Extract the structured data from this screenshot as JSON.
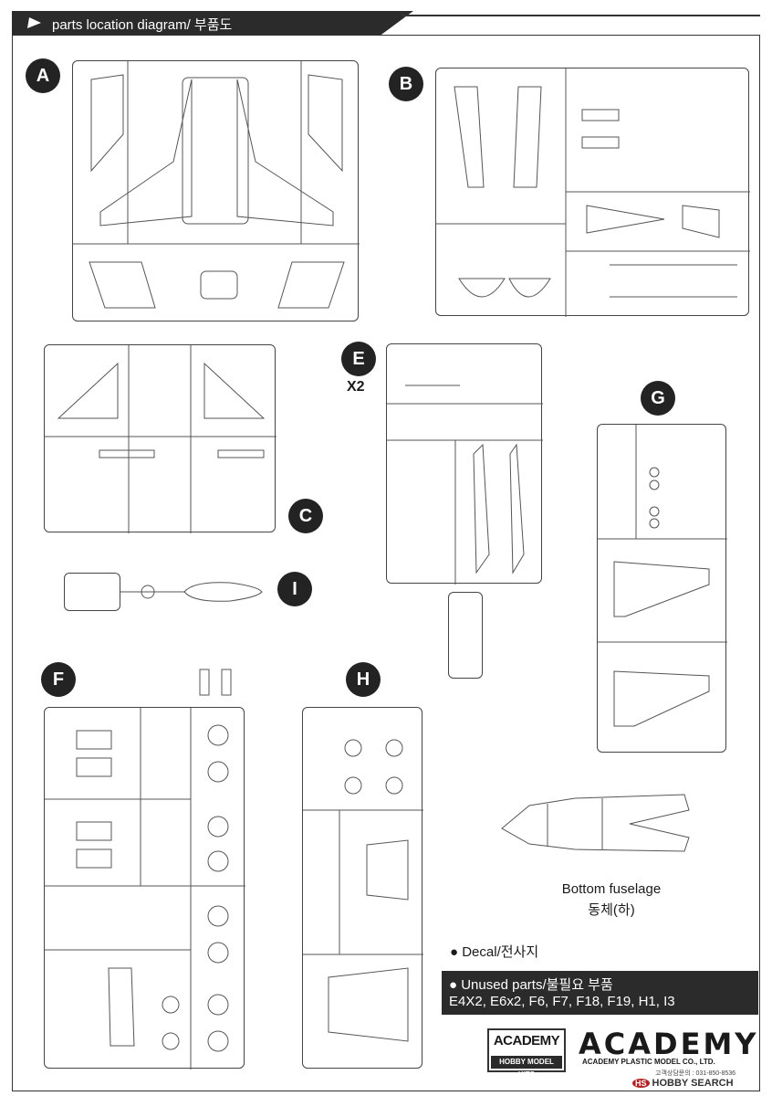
{
  "header": {
    "title": "parts location diagram/ 부품도"
  },
  "sprues": [
    {
      "id": "A",
      "badge": "A"
    },
    {
      "id": "B",
      "badge": "B"
    },
    {
      "id": "C",
      "badge": "C"
    },
    {
      "id": "E",
      "badge": "E",
      "multiplier": "X2"
    },
    {
      "id": "G",
      "badge": "G"
    },
    {
      "id": "I",
      "badge": "I"
    },
    {
      "id": "F",
      "badge": "F"
    },
    {
      "id": "H",
      "badge": "H"
    }
  ],
  "bottom_fuselage": {
    "label_en": "Bottom fuselage",
    "label_kr": "동체(하)"
  },
  "decal": "● Decal/전사지",
  "unused": {
    "title": "● Unused parts/불필요 부품",
    "parts": "E4X2, E6x2, F6, F7, F18, F19, H1, I3"
  },
  "brand": {
    "box_top": "ACADEMY",
    "box_bottom": "HOBBY MODEL KITS",
    "big": "ACADEMY",
    "sub": "ACADEMY PLASTIC MODEL CO., LTD.",
    "tel": "고객상담문의 : 031-850-8536"
  },
  "watermark": {
    "mark": "HS",
    "text": "HOBBY SEARCH"
  }
}
